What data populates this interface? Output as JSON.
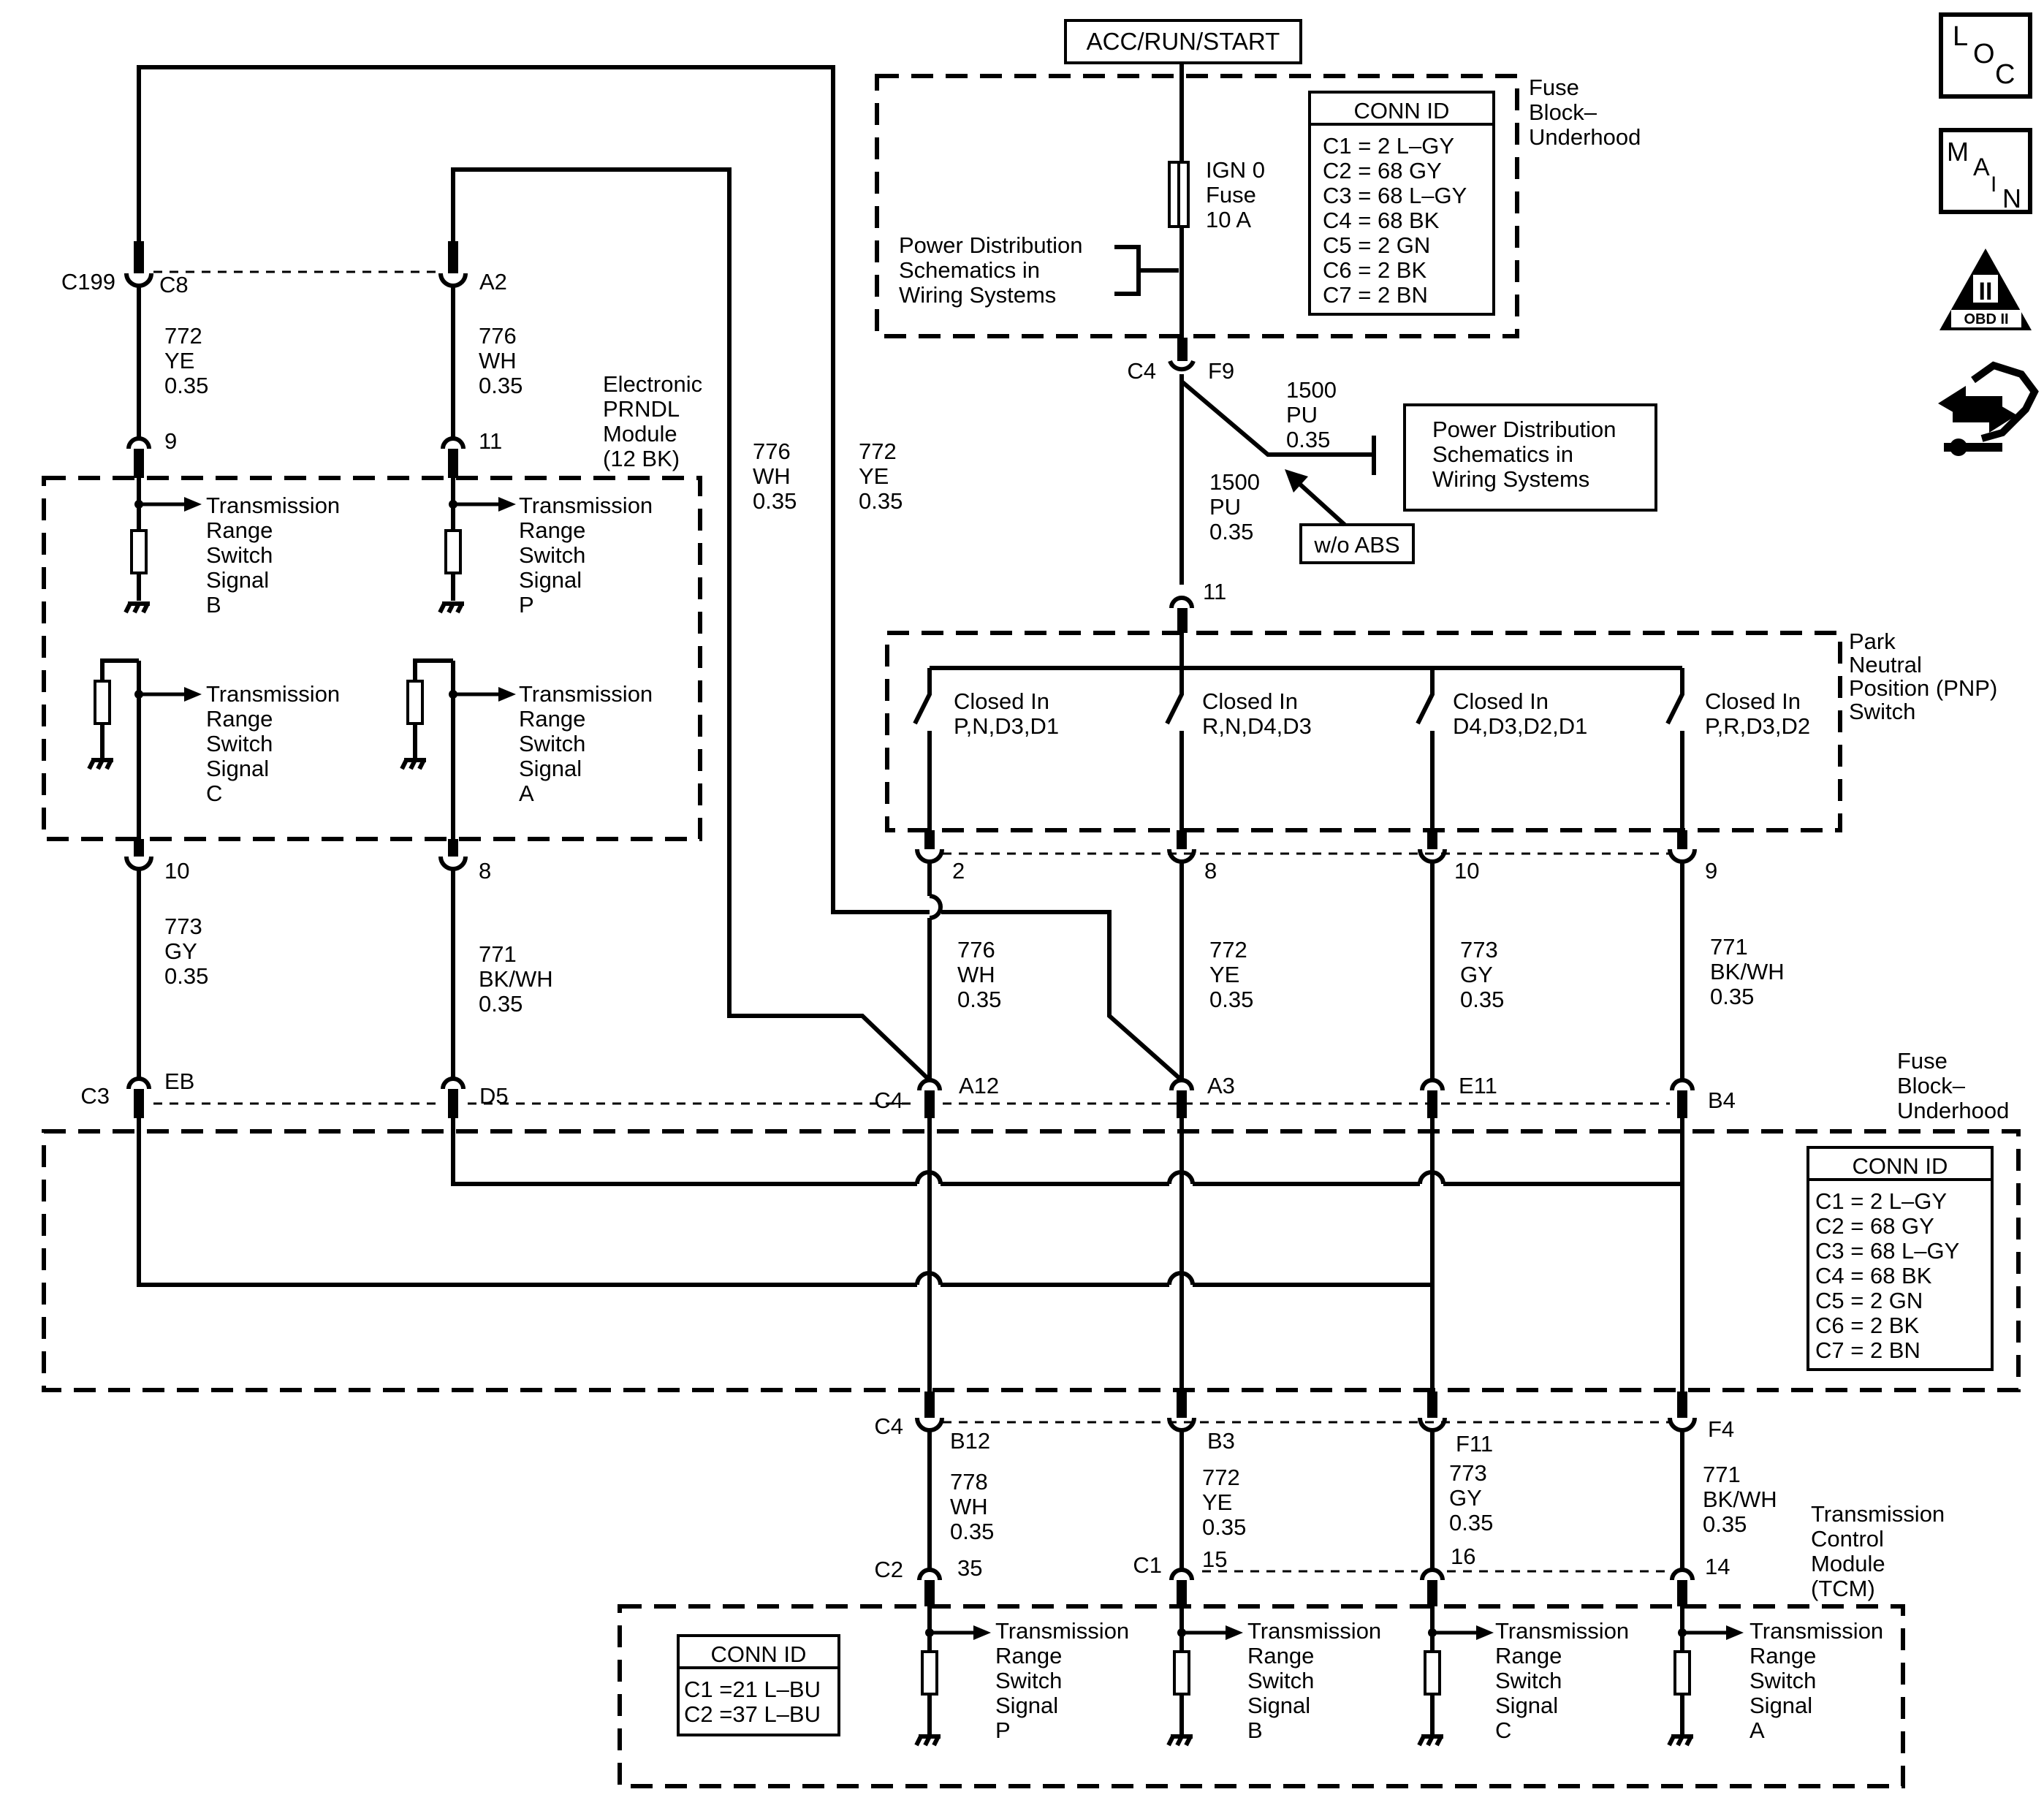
{
  "header": {
    "power_source": "ACC/RUN/START"
  },
  "fuse_block_top": {
    "label": [
      "Fuse",
      "Block–",
      "Underhood"
    ],
    "fuse": [
      "IGN 0",
      "Fuse",
      "10 A"
    ],
    "power_ref": [
      "Power Distribution",
      "Schematics in",
      "Wiring Systems"
    ],
    "conn_title": "CONN ID",
    "conn": [
      "C1 = 2 L–GY",
      "C2 = 68 GY",
      "C3 = 68 L–GY",
      "C4 = 68 BK",
      "C5 = 2 GN",
      "C6 = 2 BK",
      "C7 = 2 BN"
    ],
    "c4": "C4",
    "f9": "F9"
  },
  "branch": {
    "wire_pu_a": [
      "1500",
      "PU",
      "0.35"
    ],
    "wire_pu_b": [
      "1500",
      "PU",
      "0.35"
    ],
    "power_ref": [
      "Power Distribution",
      "Schematics in",
      "Wiring Systems"
    ],
    "option": "w/o ABS",
    "pin": "11"
  },
  "pnp": {
    "label": [
      "Park",
      "Neutral",
      "Position (PNP)",
      "Switch"
    ],
    "switches": [
      {
        "l1": "Closed In",
        "l2": "P,N,D3,D1"
      },
      {
        "l1": "Closed In",
        "l2": "R,N,D4,D3"
      },
      {
        "l1": "Closed In",
        "l2": "D4,D3,D2,D1"
      },
      {
        "l1": "Closed In",
        "l2": "P,R,D3,D2"
      }
    ],
    "pins": [
      "2",
      "8",
      "10",
      "9"
    ],
    "wires": [
      [
        "776",
        "WH",
        "0.35"
      ],
      [
        "772",
        "YE",
        "0.35"
      ],
      [
        "773",
        "GY",
        "0.35"
      ],
      [
        "771",
        "BK/WH",
        "0.35"
      ]
    ]
  },
  "prndl": {
    "label": [
      "Electronic",
      "PRNDL",
      "Module",
      "(12 BK)"
    ],
    "c199": "C199",
    "c8": "C8",
    "a2": "A2",
    "top_wires": [
      [
        "772",
        "YE",
        "0.35"
      ],
      [
        "776",
        "WH",
        "0.35"
      ]
    ],
    "top_pins": [
      "9",
      "11"
    ],
    "bottom_pins": [
      "10",
      "8"
    ],
    "signals": [
      [
        "Transmission",
        "Range",
        "Switch",
        "Signal",
        "B"
      ],
      [
        "Transmission",
        "Range",
        "Switch",
        "Signal",
        "P"
      ],
      [
        "Transmission",
        "Range",
        "Switch",
        "Signal",
        "C"
      ],
      [
        "Transmission",
        "Range",
        "Switch",
        "Signal",
        "A"
      ]
    ],
    "bottom_wires": [
      [
        "773",
        "GY",
        "0.35"
      ],
      [
        "771",
        "BK/WH",
        "0.35"
      ]
    ],
    "cross_wires": [
      [
        "776",
        "WH",
        "0.35"
      ],
      [
        "772",
        "YE",
        "0.35"
      ]
    ]
  },
  "fuse_block_mid": {
    "label": [
      "Fuse",
      "Block–",
      "Underhood"
    ],
    "c3": "C3",
    "eb": "EB",
    "d5": "D5",
    "c4": "C4",
    "pins": [
      "A12",
      "A3",
      "E11",
      "B4"
    ],
    "conn_title": "CONN ID",
    "conn": [
      "C1 = 2 L–GY",
      "C2 = 68 GY",
      "C3 = 68 L–GY",
      "C4 = 68 BK",
      "C5 = 2 GN",
      "C6 = 2 BK",
      "C7 = 2 BN"
    ]
  },
  "tcm_path": {
    "c4": "C4",
    "pins": [
      "B12",
      "B3",
      "F11",
      "F4"
    ],
    "wires": [
      [
        "778",
        "WH",
        "0.35"
      ],
      [
        "772",
        "YE",
        "0.35"
      ],
      [
        "773",
        "GY",
        "0.35"
      ],
      [
        "771",
        "BK/WH",
        "0.35"
      ]
    ],
    "c2": "C2",
    "c1": "C1",
    "tcm_pins": [
      "35",
      "15",
      "16",
      "14"
    ]
  },
  "tcm": {
    "label": [
      "Transmission",
      "Control",
      "Module",
      "(TCM)"
    ],
    "conn_title": "CONN ID",
    "conn": [
      "C1 =21 L–BU",
      "C2 =37 L–BU"
    ],
    "signals": [
      [
        "Transmission",
        "Range",
        "Switch",
        "Signal",
        "P"
      ],
      [
        "Transmission",
        "Range",
        "Switch",
        "Signal",
        "B"
      ],
      [
        "Transmission",
        "Range",
        "Switch",
        "Signal",
        "C"
      ],
      [
        "Transmission",
        "Range",
        "Switch",
        "Signal",
        "A"
      ]
    ]
  },
  "nav_icons": {
    "loc": [
      "L",
      "O",
      "C"
    ],
    "main": [
      "M",
      "A",
      "I",
      "N"
    ],
    "obd": [
      "II",
      "OBD II"
    ]
  }
}
